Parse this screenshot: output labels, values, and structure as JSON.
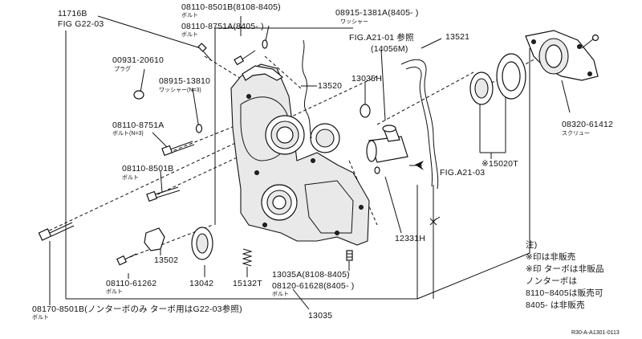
{
  "part_labels": {
    "p11716b": "11716B",
    "fig_g22": "FIG G22-03",
    "p08110_8501b_top": "08110-8501B(8108-8405)",
    "p08110_8501b_top_sub": "ボルト",
    "p08915_1381a": "08915-1381A(8405- )",
    "p08915_1381a_sub": "ワッシャー",
    "p08110_8751a_top": "08110-8751A(8405- )",
    "p08110_8751a_top_sub": "ボルト",
    "p00931": "00931-20610",
    "p00931_sub": "プラグ",
    "p08915_13810": "08915-13810",
    "p08915_13810_sub": "ワッシャー(N=3)",
    "p08110_8751a": "08110-8751A",
    "p08110_8751a_sub": "ボルト(N=3)",
    "p08110_8501b_mid": "08110-8501B",
    "p08110_8501b_mid_sub": "ボルト",
    "p13520": "13520",
    "p13035h": "13035H",
    "fig_a21_01": "FIG.A21-01 参照",
    "p14056m": "(14056M)",
    "p13521": "13521",
    "fig_a21_03": "FIG.A21-03",
    "p08320": "08320-61412",
    "p08320_sub": "スクリュー",
    "p15020t": "※15020T",
    "p12331h": "12331H",
    "p13502": "13502",
    "p08110_61262": "08110-61262",
    "p08110_61262_sub": "ボルト",
    "p13042": "13042",
    "p15132t": "15132T",
    "p13035a": "13035A(8108-8405)",
    "p08120": "08120-61628(8405- )",
    "p08120_sub": "ボルト",
    "p13035": "13035",
    "p08170": "08170-8501B(ノンターボのみ ターボ用はG22-03参照)",
    "p08170_sub": "ボルト"
  },
  "notes": {
    "title": "注)",
    "line1": "※印は非販売",
    "line2": "※印 ターボは非販品",
    "line3": "ノンターボは",
    "line4": "8110~8405は販売可",
    "line5": "8405-  は非販売"
  },
  "code": "R30-A-A1301-0113"
}
